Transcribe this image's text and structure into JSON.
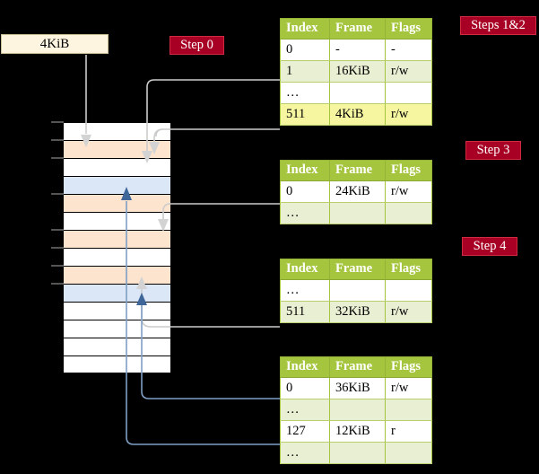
{
  "figure": {
    "title": "multi-level page table walk",
    "colors": {
      "badge_bg": "#a80024",
      "badge_border": "#cf2a42",
      "table_header_bg": "#a6c53f",
      "table_alt_row_bg": "#e9efd3",
      "table_highlight_bg": "#f6f6a0",
      "memory_orange": "#fde4cf",
      "memory_blue": "#dbe7f7",
      "pagebox_bg": "#fdf5e0",
      "wire_gray": "#cccccc",
      "wire_blue": "#7e9fc4",
      "background": "#000000"
    }
  },
  "pagebox": {
    "label": "4KiB"
  },
  "badges": [
    {
      "id": "step0",
      "label": "Step 0"
    },
    {
      "id": "steps12",
      "label": "Steps 1&2"
    },
    {
      "id": "step3",
      "label": "Step 3"
    },
    {
      "id": "step4",
      "label": "Step 4"
    }
  ],
  "tables": [
    {
      "id": "table-steps-1-2",
      "columns": [
        "Index",
        "Frame",
        "Flags"
      ],
      "rows": [
        {
          "cells": [
            "0",
            "-",
            "-"
          ],
          "alt": false,
          "highlight": [
            false,
            false,
            false
          ]
        },
        {
          "cells": [
            "1",
            "16KiB",
            "r/w"
          ],
          "alt": true,
          "highlight": [
            false,
            false,
            false
          ]
        },
        {
          "cells": [
            "…",
            "",
            ""
          ],
          "alt": false,
          "highlight": [
            false,
            false,
            false
          ]
        },
        {
          "cells": [
            "511",
            "4KiB",
            "r/w"
          ],
          "alt": true,
          "highlight": [
            true,
            true,
            true
          ]
        }
      ]
    },
    {
      "id": "table-step-3",
      "columns": [
        "Index",
        "Frame",
        "Flags"
      ],
      "rows": [
        {
          "cells": [
            "0",
            "24KiB",
            "r/w"
          ],
          "alt": false,
          "highlight": [
            false,
            false,
            false
          ]
        },
        {
          "cells": [
            "…",
            "",
            ""
          ],
          "alt": true,
          "highlight": [
            false,
            false,
            false
          ]
        }
      ]
    },
    {
      "id": "table-step-4",
      "columns": [
        "Index",
        "Frame",
        "Flags"
      ],
      "rows": [
        {
          "cells": [
            "…",
            "",
            ""
          ],
          "alt": false,
          "highlight": [
            false,
            false,
            false
          ]
        },
        {
          "cells": [
            "511",
            "32KiB",
            "r/w"
          ],
          "alt": true,
          "highlight": [
            false,
            false,
            false
          ]
        }
      ]
    },
    {
      "id": "table-bottom",
      "columns": [
        "Index",
        "Frame",
        "Flags"
      ],
      "rows": [
        {
          "cells": [
            "0",
            "36KiB",
            "r/w"
          ],
          "alt": false,
          "highlight": [
            false,
            false,
            false
          ]
        },
        {
          "cells": [
            "…",
            "",
            ""
          ],
          "alt": true,
          "highlight": [
            false,
            false,
            false
          ]
        },
        {
          "cells": [
            "127",
            "12KiB",
            "r"
          ],
          "alt": false,
          "highlight": [
            false,
            false,
            false
          ]
        },
        {
          "cells": [
            "…",
            "",
            ""
          ],
          "alt": true,
          "highlight": [
            false,
            false,
            false
          ]
        }
      ]
    }
  ],
  "memory": {
    "label": "physical-memory-frames",
    "rows": [
      {
        "fill": "white"
      },
      {
        "fill": "orange"
      },
      {
        "fill": "white"
      },
      {
        "fill": "blue"
      },
      {
        "fill": "orange"
      },
      {
        "fill": "white"
      },
      {
        "fill": "orange"
      },
      {
        "fill": "white"
      },
      {
        "fill": "orange"
      },
      {
        "fill": "blue"
      },
      {
        "fill": "white"
      },
      {
        "fill": "white"
      },
      {
        "fill": "white"
      },
      {
        "fill": "white"
      }
    ]
  }
}
